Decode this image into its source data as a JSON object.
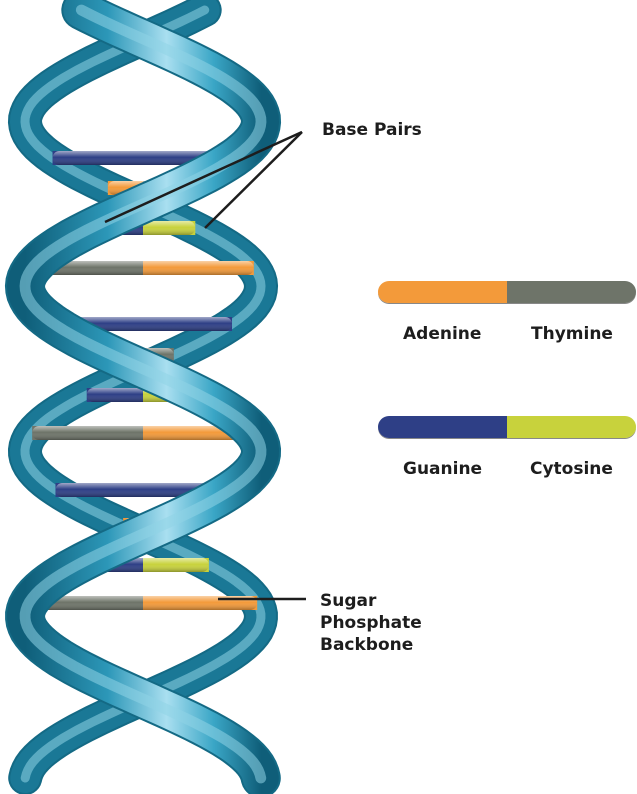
{
  "labels": {
    "base_pairs": "Base Pairs",
    "backbone_line1": "Sugar",
    "backbone_line2": "Phosphate",
    "backbone_line3": "Backbone"
  },
  "legend": [
    {
      "left": "Adenine",
      "right": "Thymine"
    },
    {
      "left": "Guanine",
      "right": "Cytosine"
    }
  ],
  "colors": {
    "adenine": "#f39a3a",
    "thymine": "#6e7469",
    "guanine": "#2e3f86",
    "cytosine": "#c8d23c",
    "backbone": "#2e9ab9",
    "backbone_dark": "#146a85",
    "backbone_light": "#8fd3e6"
  },
  "icons": [
    "dna-double-helix-icon"
  ]
}
